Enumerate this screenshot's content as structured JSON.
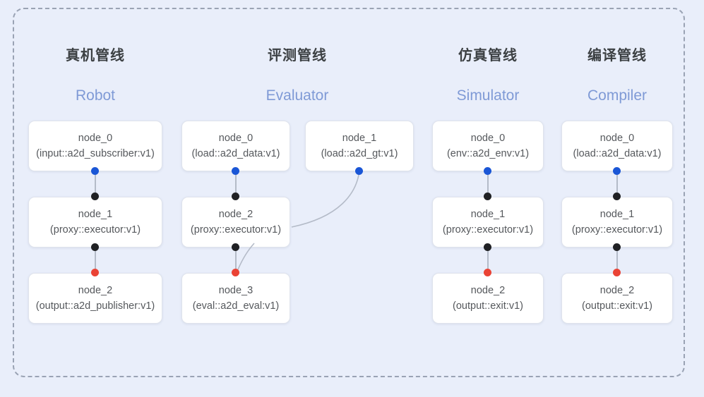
{
  "diagram": {
    "frame_style": "dashed-rounded-container",
    "background_color": "#e9eefa",
    "dot_colors": {
      "input_port": "#1a56d6",
      "mid_port": "#202124",
      "output_port": "#ea4335"
    },
    "accent_color": "#7f9ad6"
  },
  "columns": [
    {
      "title": "真机管线",
      "subtitle": "Robot",
      "nodes": [
        {
          "id": "node_0",
          "spec": "(input::a2d_subscriber:v1)"
        },
        {
          "id": "node_1",
          "spec": "(proxy::executor:v1)"
        },
        {
          "id": "node_2",
          "spec": "(output::a2d_publisher:v1)"
        }
      ]
    },
    {
      "title": "评测管线",
      "subtitle": "Evaluator",
      "nodes": [
        {
          "id": "node_0",
          "spec": "(load::a2d_data:v1)"
        },
        {
          "id": "node_1",
          "spec": "(load::a2d_gt:v1)"
        },
        {
          "id": "node_2",
          "spec": "(proxy::executor:v1)"
        },
        {
          "id": "node_3",
          "spec": "(eval::a2d_eval:v1)"
        }
      ]
    },
    {
      "title": "仿真管线",
      "subtitle": "Simulator",
      "nodes": [
        {
          "id": "node_0",
          "spec": "(env::a2d_env:v1)"
        },
        {
          "id": "node_1",
          "spec": "(proxy::executor:v1)"
        },
        {
          "id": "node_2",
          "spec": "(output::exit:v1)"
        }
      ]
    },
    {
      "title": "编译管线",
      "subtitle": "Compiler",
      "nodes": [
        {
          "id": "node_0",
          "spec": "(load::a2d_data:v1)"
        },
        {
          "id": "node_1",
          "spec": "(proxy::executor:v1)"
        },
        {
          "id": "node_2",
          "spec": "(output::exit:v1)"
        }
      ]
    }
  ]
}
